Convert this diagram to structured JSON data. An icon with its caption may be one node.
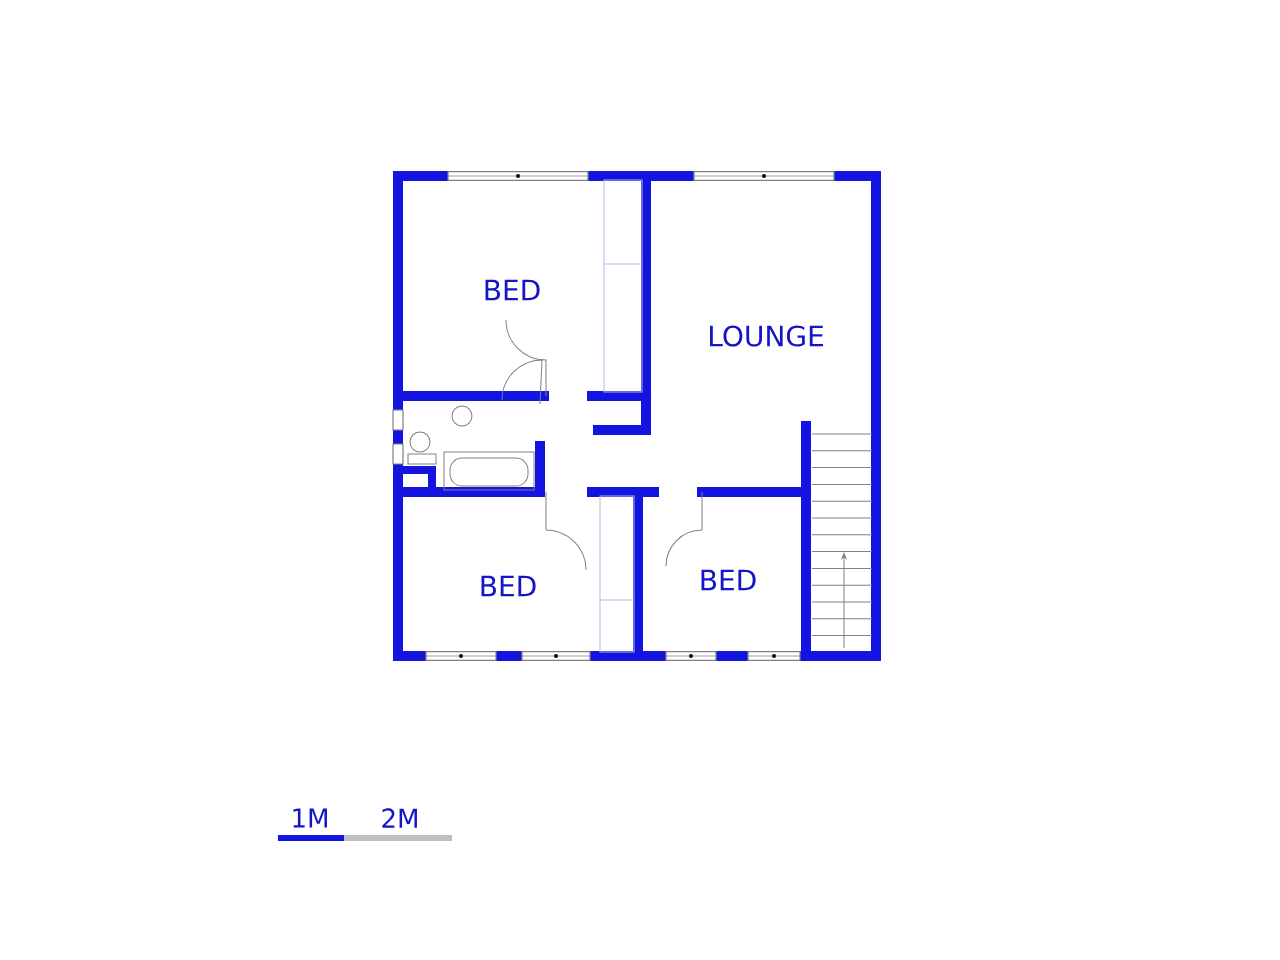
{
  "diagram": {
    "labels": [
      "BED",
      "LOUNGE",
      "BED",
      "BED",
      "1M",
      "2M"
    ]
  }
}
